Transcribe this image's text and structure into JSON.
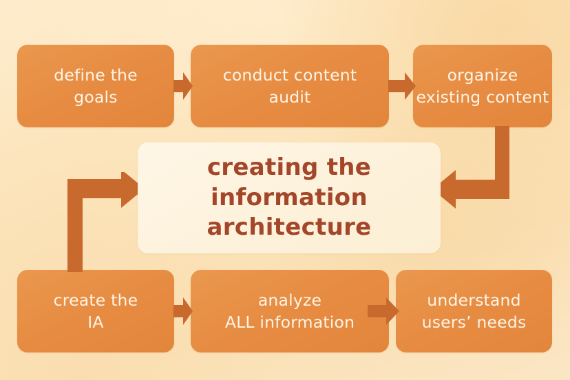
{
  "diagram": {
    "title": "creating the information architecture",
    "center": {
      "line1": "creating the",
      "line2": "information",
      "line3": "architecture"
    },
    "nodes": [
      {
        "id": "define-the-goals",
        "line1": "define the",
        "line2": "goals",
        "row": "top",
        "order": 1
      },
      {
        "id": "conduct-content-audit",
        "line1": "conduct content",
        "line2": "audit",
        "row": "top",
        "order": 2
      },
      {
        "id": "organize-existing-content",
        "line1": "organize",
        "line2": "existing content",
        "row": "top",
        "order": 3
      },
      {
        "id": "create-the-ia",
        "line1": "create the",
        "line2": "IA",
        "row": "bottom",
        "order": 1
      },
      {
        "id": "analyze-all-information",
        "line1": "analyze",
        "line2": "ALL information",
        "row": "bottom",
        "order": 2
      },
      {
        "id": "understand-users-needs",
        "line1": "understand",
        "line2": "users’ needs",
        "row": "bottom",
        "order": 3
      }
    ],
    "connectors": [
      {
        "id": "arrow-goals-to-audit",
        "type": "straight-right",
        "from": "define-the-goals",
        "to": "conduct-content-audit"
      },
      {
        "id": "arrow-audit-to-organize",
        "type": "straight-right",
        "from": "conduct-content-audit",
        "to": "organize-existing-content"
      },
      {
        "id": "arrow-organize-to-center",
        "type": "elbow-down-left",
        "from": "organize-existing-content",
        "to": "creating-the-information-architecture"
      },
      {
        "id": "arrow-createia-to-center",
        "type": "elbow-up-right",
        "from": "create-the-ia",
        "to": "creating-the-information-architecture"
      },
      {
        "id": "arrow-createia-to-analyze",
        "type": "straight-right",
        "from": "create-the-ia",
        "to": "analyze-all-information"
      },
      {
        "id": "arrow-analyze-to-understand",
        "type": "straight-right",
        "from": "analyze-all-information",
        "to": "understand-users-needs"
      }
    ],
    "colors": {
      "background": "#FBE2B8",
      "node_fill": "#E8914A",
      "node_text": "#FDF4E6",
      "center_fill": "#FDF2DC",
      "center_text": "#A4462A",
      "arrow": "#C8692E"
    }
  }
}
